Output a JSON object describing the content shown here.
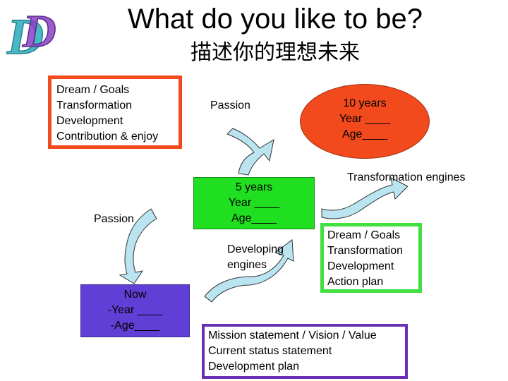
{
  "header": {
    "title": "What do you like to be?",
    "subtitle": "描述你的理想未来",
    "logo_letters": "DD"
  },
  "boxes": {
    "dream": [
      "Dream / Goals",
      "Transformation",
      "Development",
      "Contribution & enjoy"
    ],
    "ten_years": [
      "10 years",
      "Year ____",
      "Age____"
    ],
    "five_years": [
      "5 years",
      "Year ____",
      "Age____"
    ],
    "now": [
      "Now",
      "-Year ____",
      "-Age____"
    ],
    "action": [
      "Dream / Goals",
      "Transformation",
      "Development",
      "Action plan"
    ],
    "mission": [
      "Mission statement / Vision / Value",
      "Current status statement",
      "Development plan"
    ]
  },
  "labels": {
    "passion_top": "Passion",
    "passion_left": "Passion",
    "developing_engines": [
      "Developing",
      "engines"
    ],
    "transformation_engines": "Transformation engines"
  },
  "colors": {
    "red": "#f24a1c",
    "green": "#20df20",
    "purple": "#5f3fd6",
    "mission_border": "#6b2fb5",
    "arrow_fill": "#b9e4f0",
    "logo_teal": "#49b8c6",
    "logo_purple": "#8a3fc4"
  }
}
